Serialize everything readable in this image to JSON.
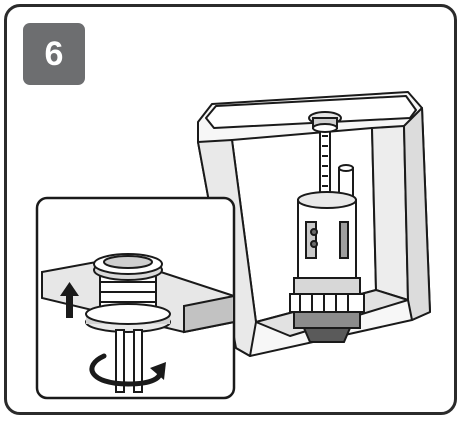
{
  "step": {
    "number": "6"
  },
  "colors": {
    "frame": "#2b2b2b",
    "badge_background": "#6d6e70",
    "badge_text": "#ffffff",
    "line_art": "#1a1a1a",
    "surface_white": "#ffffff",
    "shading_light": "#e6e6e6",
    "shading_mid": "#b3b3b3",
    "shading_dark": "#6b6b6b"
  },
  "illustration": {
    "main_view": "toilet-cistern-with-flush-valve",
    "detail_view": "push-button-tightening-detail",
    "icons": [
      "up-arrow-icon",
      "rotate-arrow-icon"
    ]
  }
}
